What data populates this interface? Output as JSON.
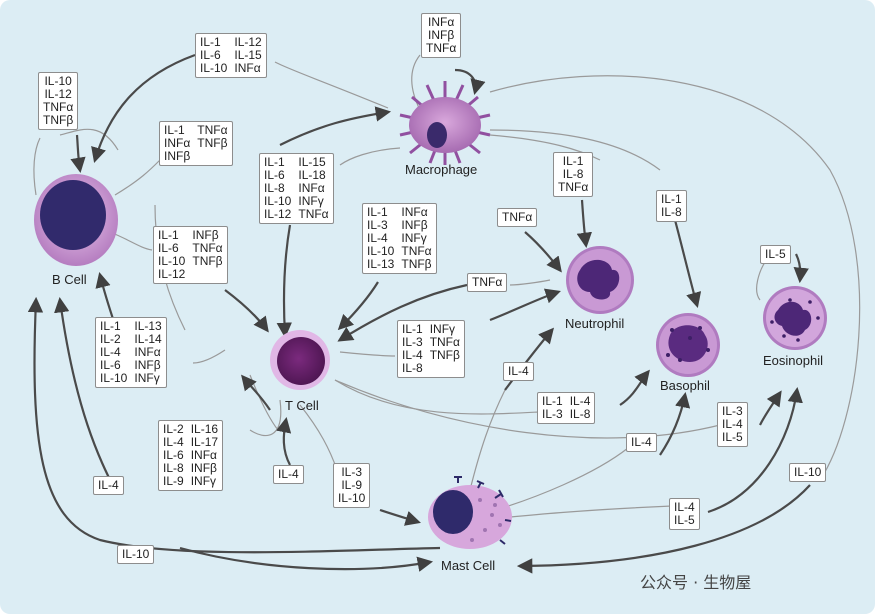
{
  "cells": {
    "macrophage": "Macrophage",
    "b_cell": "B Cell",
    "t_cell": "T Cell",
    "neutrophil": "Neutrophil",
    "basophil": "Basophil",
    "eosinophil": "Eosinophil",
    "mast_cell": "Mast Cell"
  },
  "labels": {
    "mac_self": [
      [
        "INFα",
        "INFβ",
        "TNFα"
      ]
    ],
    "mac_to_b": [
      [
        "IL-1",
        "IL-6",
        "IL-10"
      ],
      [
        "IL-12",
        "IL-15",
        "INFα"
      ]
    ],
    "b_self": [
      [
        "IL-10",
        "IL-12",
        "TNFα",
        "TNFβ"
      ]
    ],
    "b_to_mac": [
      [
        "IL-1",
        "INFα",
        "INFβ"
      ],
      [
        "TNFα",
        "TNFβ"
      ]
    ],
    "mac_to_t": [
      [
        "IL-1",
        "IL-6",
        "IL-8",
        "IL-10",
        "IL-12"
      ],
      [
        "IL-15",
        "IL-18",
        "INFα",
        "INFγ",
        "TNFα"
      ]
    ],
    "mac_to_neut_cyt": [
      [
        "IL-1",
        "IL-8",
        "TNFα"
      ]
    ],
    "mac_to_baso": [
      [
        "IL-1",
        "IL-8"
      ]
    ],
    "b_to_t": [
      [
        "IL-1",
        "IL-6",
        "IL-10",
        "IL-12"
      ],
      [
        "INFβ",
        "TNFα",
        "TNFβ"
      ]
    ],
    "t_to_mac_big": [
      [
        "IL-1",
        "IL-3",
        "IL-4",
        "IL-10",
        "IL-13"
      ],
      [
        "INFα",
        "INFβ",
        "INFγ",
        "TNFα",
        "TNFβ"
      ]
    ],
    "mac_to_neut_tnf": [
      [
        "TNFα"
      ]
    ],
    "neut_to_t": [
      [
        "TNFα"
      ]
    ],
    "eos_self": [
      [
        "IL-5"
      ]
    ],
    "t_to_b": [
      [
        "IL-1",
        "IL-2",
        "IL-4",
        "IL-6",
        "IL-10"
      ],
      [
        "IL-13",
        "IL-14",
        "INFα",
        "INFβ",
        "INFγ"
      ]
    ],
    "t_to_neut": [
      [
        "IL-1",
        "IL-3",
        "IL-4",
        "IL-8"
      ],
      [
        "INFγ",
        "TNFα",
        "TNFβ"
      ]
    ],
    "mast_to_neut": [
      [
        "IL-4"
      ]
    ],
    "t_to_baso": [
      [
        "IL-1",
        "IL-3"
      ],
      [
        "IL-4",
        "IL-8"
      ]
    ],
    "mast_to_t_left": [
      [
        "IL-2",
        "IL-4",
        "IL-6",
        "IL-8",
        "IL-9"
      ],
      [
        "IL-16",
        "IL-17",
        "INFα",
        "INFβ",
        "INFγ"
      ]
    ],
    "mast_to_t_il4": [
      [
        "IL-4"
      ]
    ],
    "t_to_mast": [
      [
        "IL-3",
        "IL-9",
        "IL-10"
      ]
    ],
    "t_to_eos": [
      [
        "IL-3",
        "IL-4",
        "IL-5"
      ]
    ],
    "mast_to_baso": [
      [
        "IL-4"
      ]
    ],
    "mast_to_b": [
      [
        "IL-4"
      ]
    ],
    "b_to_mast": [
      [
        "IL-10"
      ]
    ],
    "mast_to_eos": [
      [
        "IL-4",
        "IL-5"
      ]
    ],
    "eos_to_mast": [
      [
        "IL-10"
      ]
    ]
  },
  "watermark": "公众号 · 生物屋",
  "colors": {
    "background": "#dcedf4",
    "cell_purple": "#8a3b96",
    "cell_light": "#d7a7dc",
    "nucleus_dark": "#2f2a6b",
    "arrow": "#4a4a4a",
    "line": "#9a9a9a"
  }
}
